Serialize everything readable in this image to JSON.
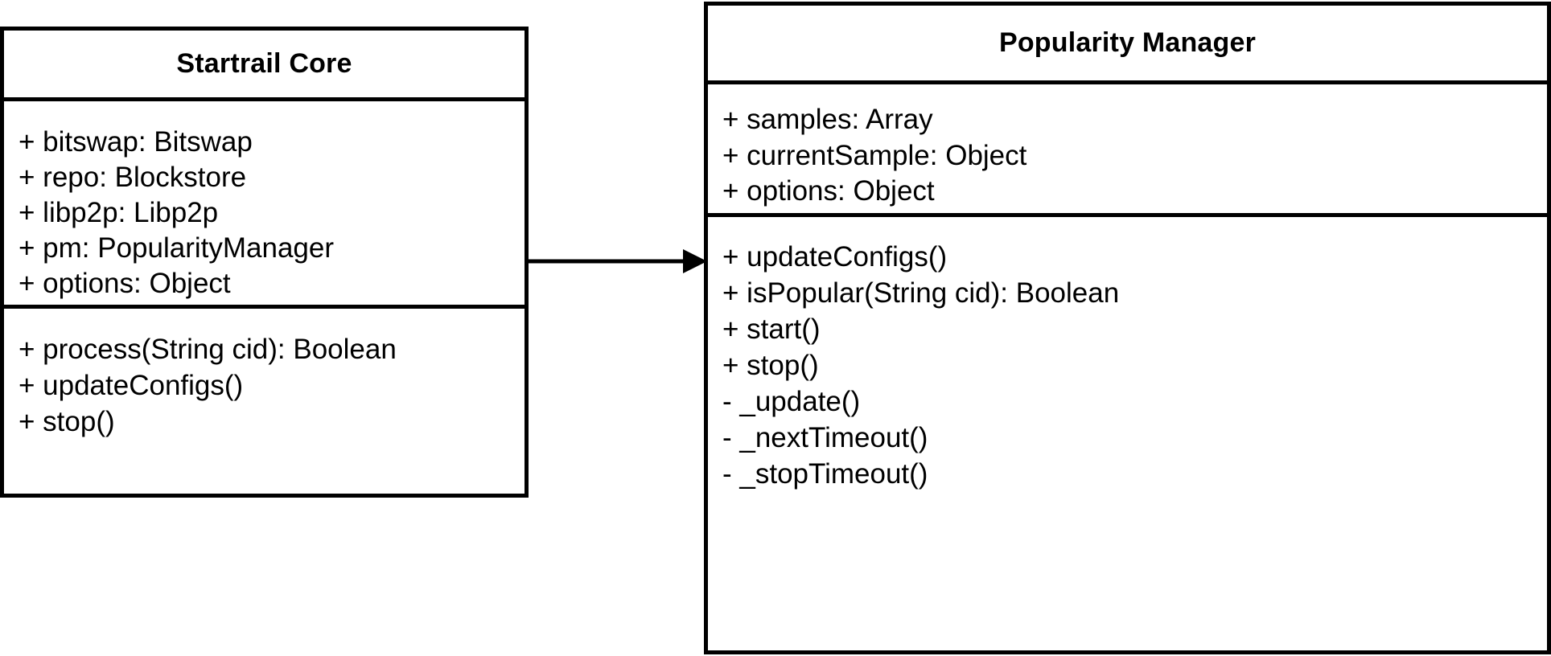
{
  "diagram": {
    "type": "uml-class-diagram",
    "background_color": "#ffffff",
    "stroke_color": "#000000",
    "classes": [
      {
        "id": "startrail-core",
        "name": "Startrail Core",
        "attributes": [
          "+ bitswap: Bitswap",
          "+ repo: Blockstore",
          "+ libp2p: Libp2p",
          "+ pm: PopularityManager",
          "+ options: Object"
        ],
        "operations": [
          "+ process(String cid): Boolean",
          "+ updateConfigs()",
          "+ stop()"
        ]
      },
      {
        "id": "popularity-manager",
        "name": "Popularity Manager",
        "attributes": [
          "+ samples: Array",
          "+ currentSample: Object",
          "+ options: Object"
        ],
        "operations": [
          "+ updateConfigs()",
          "+ isPopular(String cid): Boolean",
          "+ start()",
          "+ stop()",
          "- _update()",
          "- _nextTimeout()",
          "- _stopTimeout()"
        ]
      }
    ],
    "connectors": [
      {
        "id": "core-to-pm",
        "kind": "association-directed",
        "from": "startrail-core",
        "to": "popularity-manager",
        "label": "",
        "arrowhead": "solid-filled-triangle"
      }
    ]
  }
}
